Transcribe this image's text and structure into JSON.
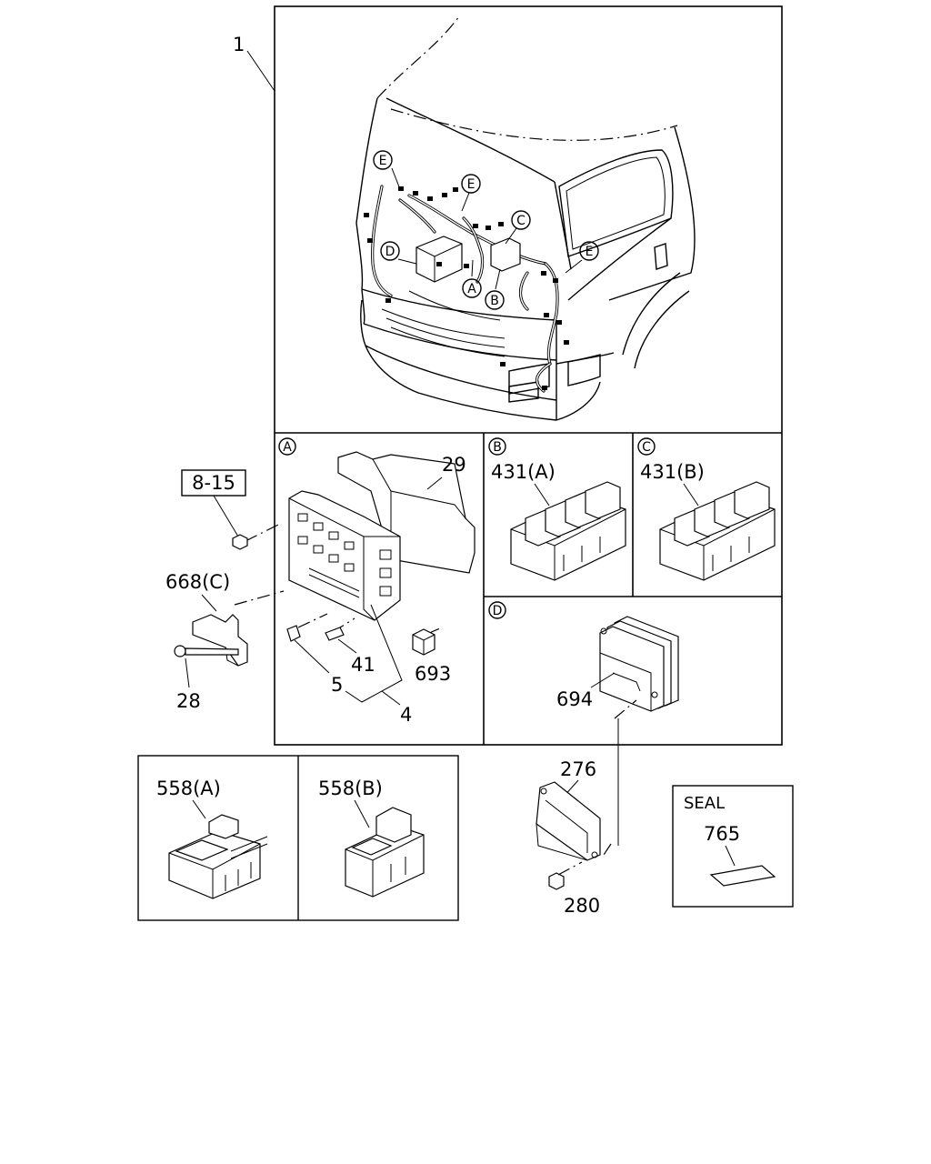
{
  "labels": {
    "main_assembly": "1",
    "ref_box": "8-15",
    "bracket": "668(C)",
    "bolt": "28",
    "fuse_box_cover": "29",
    "fuse_clip": "5",
    "fuse": "41",
    "fuse_box": "4",
    "relay_small": "693",
    "relay_a": "431(A)",
    "relay_b": "431(B)",
    "ecu_bracket": "694",
    "ecu": "276",
    "nut": "280",
    "connector_a": "558(A)",
    "connector_b": "558(B)",
    "seal_title": "SEAL",
    "seal": "765"
  },
  "callouts": {
    "a": "A",
    "b": "B",
    "c": "C",
    "d": "D",
    "e": "E"
  }
}
